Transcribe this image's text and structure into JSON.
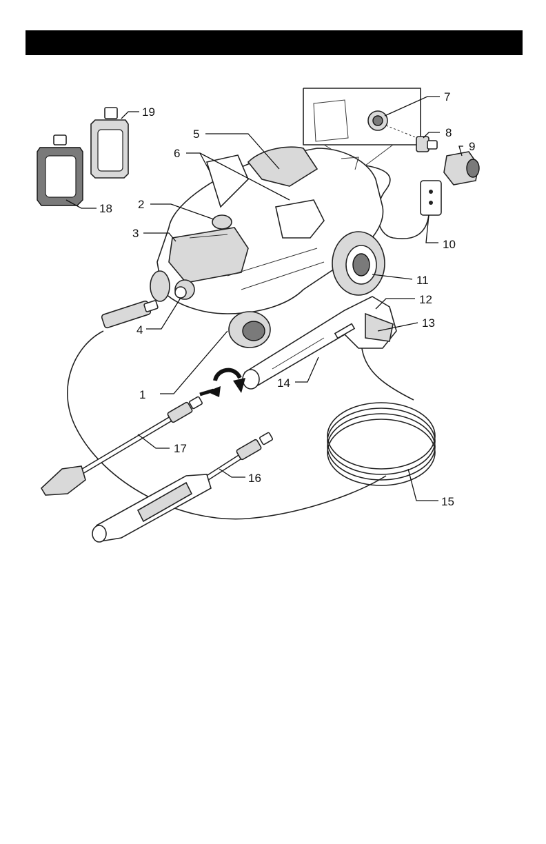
{
  "callouts": [
    {
      "id": "1",
      "label": "1"
    },
    {
      "id": "2",
      "label": "2"
    },
    {
      "id": "3",
      "label": "3"
    },
    {
      "id": "4",
      "label": "4"
    },
    {
      "id": "5",
      "label": "5"
    },
    {
      "id": "6",
      "label": "6"
    },
    {
      "id": "7",
      "label": "7"
    },
    {
      "id": "8",
      "label": "8"
    },
    {
      "id": "9",
      "label": "9"
    },
    {
      "id": "10",
      "label": "10"
    },
    {
      "id": "11",
      "label": "11"
    },
    {
      "id": "12",
      "label": "12"
    },
    {
      "id": "13",
      "label": "13"
    },
    {
      "id": "14",
      "label": "14"
    },
    {
      "id": "15",
      "label": "15"
    },
    {
      "id": "16",
      "label": "16"
    },
    {
      "id": "17",
      "label": "17"
    },
    {
      "id": "18",
      "label": "18"
    },
    {
      "id": "19",
      "label": "19"
    }
  ],
  "colors": {
    "header_bar": "#000000",
    "line": "#222222",
    "fill_light": "#ffffff",
    "fill_grey": "#d9d9d9",
    "fill_dark": "#7a7a7a"
  }
}
